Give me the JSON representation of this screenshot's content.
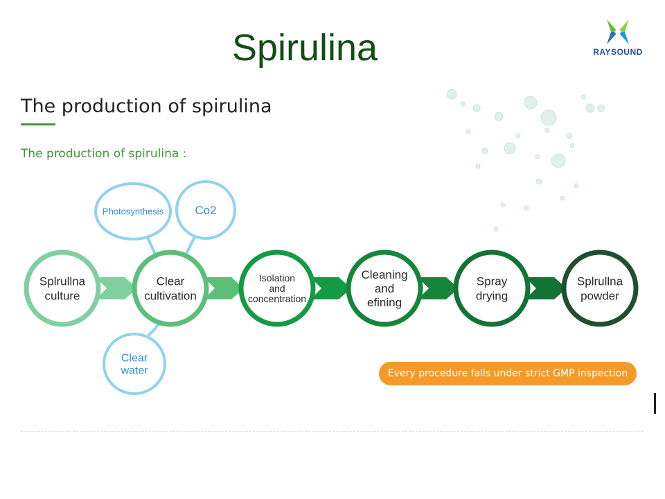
{
  "title": "Spirulina",
  "logo": {
    "text": "RAYSOUND"
  },
  "section": {
    "heading": "The production of spirulina",
    "subheading": "The production of spirulina :"
  },
  "process": {
    "steps": [
      {
        "lines": [
          "Splrullna",
          "culture"
        ],
        "color": "#7fcf9f"
      },
      {
        "lines": [
          "Clear",
          "cultivation"
        ],
        "color": "#5cbf77"
      },
      {
        "lines": [
          "Isolation",
          "and",
          "concentration"
        ],
        "color": "#159a44"
      },
      {
        "lines": [
          "Cleaning",
          "and",
          "efining"
        ],
        "color": "#16853a"
      },
      {
        "lines": [
          "Spray",
          "drying"
        ],
        "color": "#137236"
      },
      {
        "lines": [
          "Splrullna",
          "powder"
        ],
        "color": "#1f4f31"
      }
    ],
    "inputs": [
      {
        "lines": [
          "Photosynthesis"
        ]
      },
      {
        "lines": [
          "Co2"
        ]
      },
      {
        "lines": [
          "Clear",
          "water"
        ]
      }
    ],
    "input_color": "#8fd3ee"
  },
  "note": "Every procedure falls under strict GMP inspection"
}
